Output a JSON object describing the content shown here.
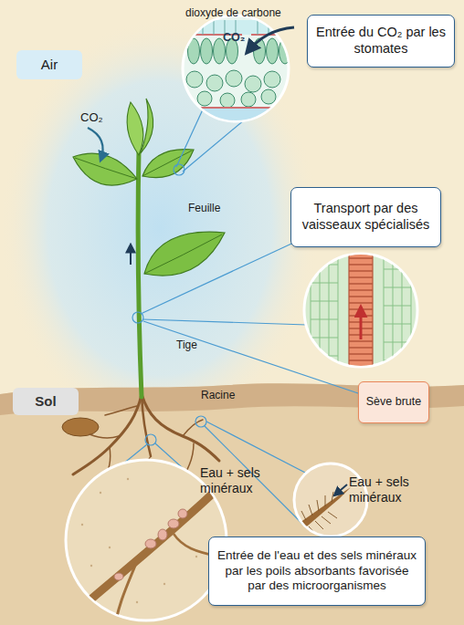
{
  "diagram": {
    "nodes": [
      {
        "text": [
          "Air"
        ]
      },
      {
        "text": [
          "Entrée du CO₂ par les stomates"
        ]
      },
      {
        "text": [
          "Transport par des vaisseaux spécialisés"
        ]
      },
      {
        "text": [
          "Sol"
        ]
      },
      {
        "text": [
          "Sève brute"
        ]
      },
      {
        "text": [
          "Entrée de l'eau et des sels minéraux par les poils absorbants favorisée par des microorganismes"
        ]
      }
    ],
    "labels": [
      "dioxyde de carbone",
      "CO₂",
      "CO₂",
      "Feuille",
      "Tige",
      "Racine",
      "Eau + sels minéraux",
      "Eau + sels minéraux"
    ]
  }
}
